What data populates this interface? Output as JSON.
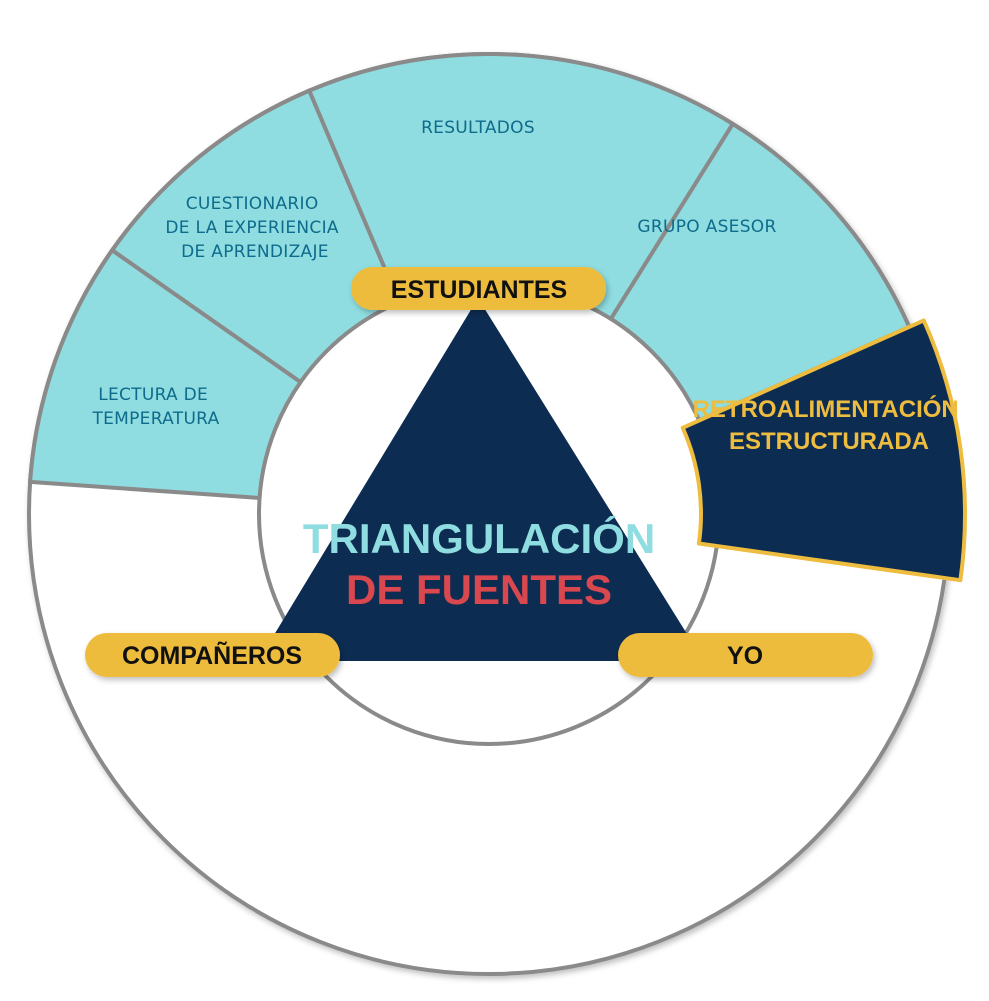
{
  "colors": {
    "segment_fill": "#8fdde0",
    "segment_text": "#0e6b8c",
    "divider": "#8a8a8a",
    "navy": "#0d2c52",
    "gold": "#eebc3e",
    "center_top_text": "#8fdde0",
    "center_bottom_text": "#d9474f",
    "pill_text": "#111111"
  },
  "outer_segments": [
    {
      "name": "lectura-de-temperatura",
      "lines": [
        "LECTURA DE",
        "TEMPERATURA"
      ]
    },
    {
      "name": "cuestionario",
      "lines": [
        "CUESTIONARIO",
        "DE LA EXPERIENCIA",
        "DE APRENDIZAJE"
      ]
    },
    {
      "name": "resultados",
      "lines": [
        "RESULTADOS"
      ]
    },
    {
      "name": "grupo-asesor",
      "lines": [
        "GRUPO ASESOR"
      ]
    },
    {
      "name": "retroalimentacion-estructurada",
      "lines": [
        "RETROALIMENTACIÓN",
        "ESTRUCTURADA"
      ],
      "highlighted": true
    }
  ],
  "sources": {
    "estudiantes": "ESTUDIANTES",
    "companeros": "COMPAÑEROS",
    "yo": "YO"
  },
  "center": {
    "line1": "TRIANGULACIÓN",
    "line2": "DE FUENTES"
  }
}
